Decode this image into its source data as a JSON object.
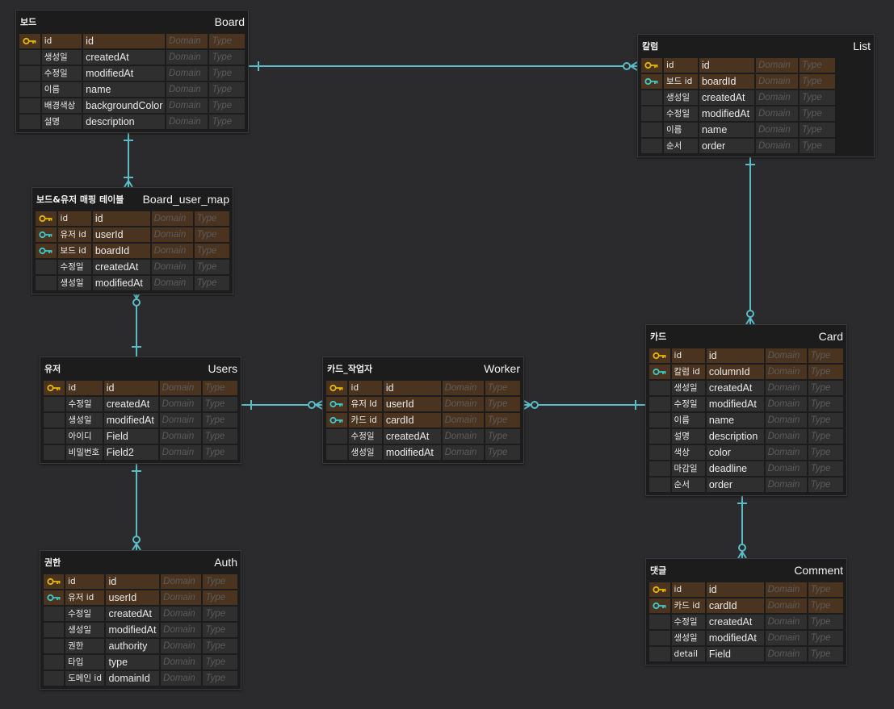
{
  "colors": {
    "background": "#2b2b2d",
    "table_body": "#1c1c1c",
    "row": "#2f2f2f",
    "key_row": "#4a3420",
    "primary_key_icon": "#e6b800",
    "foreign_key_icon": "#3cc9c9",
    "relation_line": "#5bbcc6"
  },
  "placeholders": {
    "domain": "Domain",
    "type": "Type"
  },
  "tables": [
    {
      "id": "board",
      "title_ko": "보드",
      "title_en": "Board",
      "columns": [
        {
          "ko": "id",
          "name": "id",
          "key": "pk"
        },
        {
          "ko": "생성일",
          "name": "createdAt"
        },
        {
          "ko": "수정일",
          "name": "modifiedAt"
        },
        {
          "ko": "이름",
          "name": "name"
        },
        {
          "ko": "배경색상",
          "name": "backgroundColor"
        },
        {
          "ko": "설명",
          "name": "description"
        }
      ]
    },
    {
      "id": "list",
      "title_ko": "칼럼",
      "title_en": "List",
      "columns": [
        {
          "ko": "id",
          "name": "id",
          "key": "pk"
        },
        {
          "ko": "보드 id",
          "name": "boardId",
          "key": "fk"
        },
        {
          "ko": "생성일",
          "name": "createdAt"
        },
        {
          "ko": "수정일",
          "name": "modifiedAt"
        },
        {
          "ko": "이름",
          "name": "name"
        },
        {
          "ko": "순서",
          "name": "order"
        }
      ]
    },
    {
      "id": "board_user_map",
      "title_ko": "보드&유저 매핑 테이블",
      "title_en": "Board_user_map",
      "columns": [
        {
          "ko": "id",
          "name": "id",
          "key": "pk"
        },
        {
          "ko": "유저 id",
          "name": "userId",
          "key": "fk"
        },
        {
          "ko": "보드 id",
          "name": "boardId",
          "key": "fk"
        },
        {
          "ko": "수정일",
          "name": "createdAt"
        },
        {
          "ko": "생성일",
          "name": "modifiedAt"
        }
      ]
    },
    {
      "id": "users",
      "title_ko": "유저",
      "title_en": "Users",
      "columns": [
        {
          "ko": "id",
          "name": "id",
          "key": "pk"
        },
        {
          "ko": "수정일",
          "name": "createdAt"
        },
        {
          "ko": "생성일",
          "name": "modifiedAt"
        },
        {
          "ko": "아이디",
          "name": "Field"
        },
        {
          "ko": "비밀번호",
          "name": "Field2"
        }
      ]
    },
    {
      "id": "worker",
      "title_ko": "카드_작업자",
      "title_en": "Worker",
      "columns": [
        {
          "ko": "id",
          "name": "id",
          "key": "pk"
        },
        {
          "ko": "유저 Id",
          "name": "userId",
          "key": "fk"
        },
        {
          "ko": "카드 id",
          "name": "cardId",
          "key": "fk"
        },
        {
          "ko": "수정일",
          "name": "createdAt"
        },
        {
          "ko": "생성일",
          "name": "modifiedAt"
        }
      ]
    },
    {
      "id": "card",
      "title_ko": "카드",
      "title_en": "Card",
      "columns": [
        {
          "ko": "id",
          "name": "id",
          "key": "pk"
        },
        {
          "ko": "칼럼 id",
          "name": "columnId",
          "key": "fk"
        },
        {
          "ko": "생성일",
          "name": "createdAt"
        },
        {
          "ko": "수정일",
          "name": "modifiedAt"
        },
        {
          "ko": "이름",
          "name": "name"
        },
        {
          "ko": "설명",
          "name": "description"
        },
        {
          "ko": "색상",
          "name": "color"
        },
        {
          "ko": "마감일",
          "name": "deadline"
        },
        {
          "ko": "순서",
          "name": "order"
        }
      ]
    },
    {
      "id": "auth",
      "title_ko": "권한",
      "title_en": "Auth",
      "columns": [
        {
          "ko": "id",
          "name": "id",
          "key": "pk"
        },
        {
          "ko": "유저 id",
          "name": "userId",
          "key": "fk"
        },
        {
          "ko": "수정일",
          "name": "createdAt"
        },
        {
          "ko": "생성일",
          "name": "modifiedAt"
        },
        {
          "ko": "권한",
          "name": "authority"
        },
        {
          "ko": "타입",
          "name": "type"
        },
        {
          "ko": "도메인 id",
          "name": "domainId"
        }
      ]
    },
    {
      "id": "comment",
      "title_ko": "댓글",
      "title_en": "Comment",
      "columns": [
        {
          "ko": "id",
          "name": "id",
          "key": "pk"
        },
        {
          "ko": "카드 id",
          "name": "cardId",
          "key": "fk"
        },
        {
          "ko": "수정일",
          "name": "createdAt"
        },
        {
          "ko": "생성일",
          "name": "modifiedAt"
        },
        {
          "ko": "detail",
          "name": "Field"
        }
      ]
    }
  ],
  "relations": [
    {
      "from": "board",
      "to": "list",
      "from_end": "one",
      "to_end": "zero-or-many"
    },
    {
      "from": "board",
      "to": "board_user_map",
      "from_end": "one",
      "to_end": "one-or-many"
    },
    {
      "from": "board_user_map",
      "to": "users",
      "from_end": "zero-or-many",
      "to_end": "one"
    },
    {
      "from": "users",
      "to": "worker",
      "from_end": "one",
      "to_end": "zero-or-many"
    },
    {
      "from": "worker",
      "to": "card",
      "from_end": "zero-or-many",
      "to_end": "one"
    },
    {
      "from": "list",
      "to": "card",
      "from_end": "one",
      "to_end": "zero-or-many"
    },
    {
      "from": "users",
      "to": "auth",
      "from_end": "one",
      "to_end": "zero-or-many"
    },
    {
      "from": "card",
      "to": "comment",
      "from_end": "one",
      "to_end": "zero-or-many"
    }
  ]
}
